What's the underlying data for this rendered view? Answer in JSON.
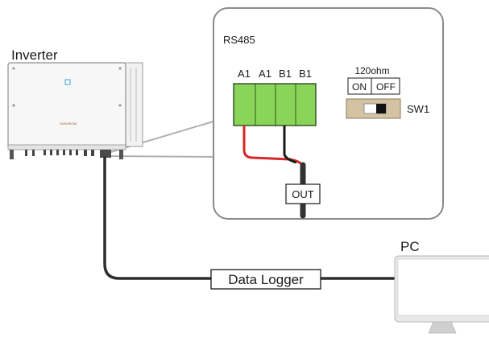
{
  "labels": {
    "inverter": "Inverter",
    "inverter_logo": "SUNGROW",
    "rs485_title": "RS485",
    "terminals": [
      "A1",
      "A1",
      "B1",
      "B1"
    ],
    "resistor_label": "120ohm",
    "switch_on": "ON",
    "switch_off": "OFF",
    "switch_name": "SW1",
    "out_label": "OUT",
    "data_logger": "Data Logger",
    "pc": "PC"
  },
  "colors": {
    "panel_border": "#8a8a8a",
    "terminal_fill": "#8bd45a",
    "terminal_stroke": "#2f5a1f",
    "red_wire": "#d62828",
    "cable": "#2e2e2e",
    "leader_lines": "#b0b0b0",
    "switch_body": "#d4c3a3",
    "monitor_bezel": "#e9e9e9"
  },
  "icons": [
    "inverter-icon",
    "terminal-block-icon",
    "dip-switch-icon",
    "pc-monitor-icon"
  ]
}
